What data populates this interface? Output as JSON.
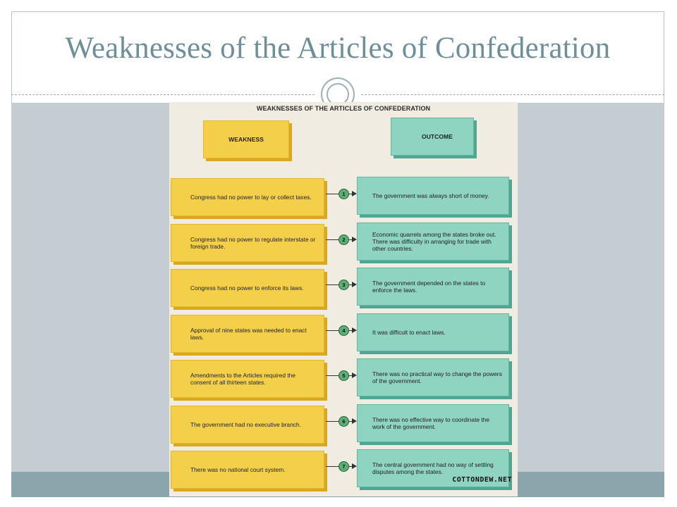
{
  "slide": {
    "title": "Weaknesses of the Articles of Confederation"
  },
  "figure": {
    "heading": "WEAKNESSES OF THE ARTICLES OF CONFEDERATION",
    "weakness_header": "WEAKNESS",
    "outcome_header": "OUTCOME",
    "rows": [
      {
        "number": "1",
        "weakness": "Congress had no power to lay or collect taxes.",
        "outcome": "The government was always short of money."
      },
      {
        "number": "2",
        "weakness": "Congress had no power to regulate interstate or foreign trade.",
        "outcome": "Economic quarrels among the states broke out. There was difficulty in arranging for trade with other countries."
      },
      {
        "number": "3",
        "weakness": "Congress had no power to enforce its laws.",
        "outcome": "The government depended on the states to enforce the laws."
      },
      {
        "number": "4",
        "weakness": "Approval of nine states was needed to enact laws.",
        "outcome": "It was difficult to enact laws."
      },
      {
        "number": "5",
        "weakness": "Amendments to the Articles required the consent of all thirteen states.",
        "outcome": "There was no practical way to change the powers of the government."
      },
      {
        "number": "6",
        "weakness": "The government had no executive branch.",
        "outcome": "There was no effective way to coordinate the work of the government."
      },
      {
        "number": "7",
        "weakness": "There was no national court system.",
        "outcome": "The central government had no way of settling disputes among the states."
      }
    ],
    "watermark": "COTTONDEW.NET",
    "colors": {
      "weakness": "#f4cf4a",
      "outcome": "#8fd3c1",
      "number_badge": "#5ab074"
    }
  }
}
